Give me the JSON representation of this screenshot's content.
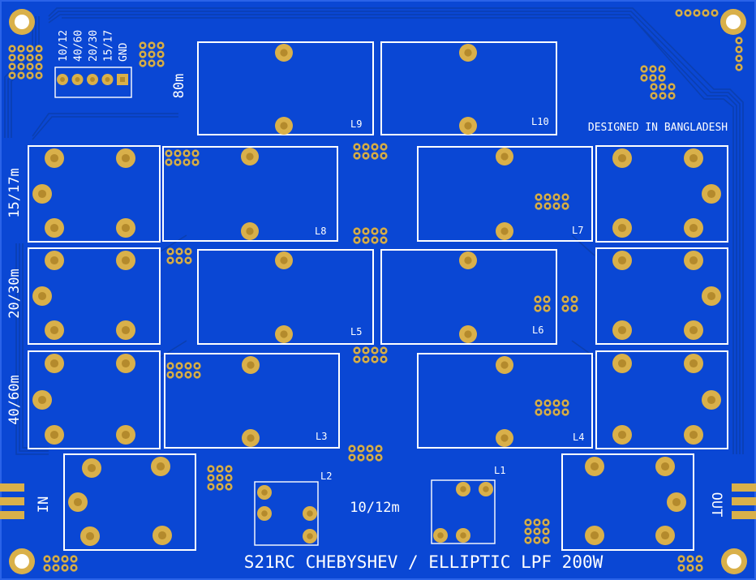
{
  "board": {
    "title": "S21RC CHEBYSHEV / ELLIPTIC LPF 200W",
    "credit": "DESIGNED IN BANGLADESH",
    "colors": {
      "board": "#0a47d4",
      "edge": "#2a63e8",
      "silk": "#ffffff",
      "copper": "#d9b04a",
      "trace": "#0b3fb0"
    }
  },
  "header": {
    "pins": [
      "10/12",
      "40/60",
      "20/30",
      "15/17",
      "GND"
    ]
  },
  "band_labels": {
    "b80": "80m",
    "b1517": "15/17m",
    "b2030": "20/30m",
    "b4060": "40/60m",
    "b1012": "10/12m"
  },
  "io": {
    "in_label": "IN",
    "out_label": "OUT"
  },
  "inductors": {
    "L1": "L1",
    "L2": "L2",
    "L3": "L3",
    "L4": "L4",
    "L5": "L5",
    "L6": "L6",
    "L7": "L7",
    "L8": "L8",
    "L9": "L9",
    "L10": "L10"
  }
}
